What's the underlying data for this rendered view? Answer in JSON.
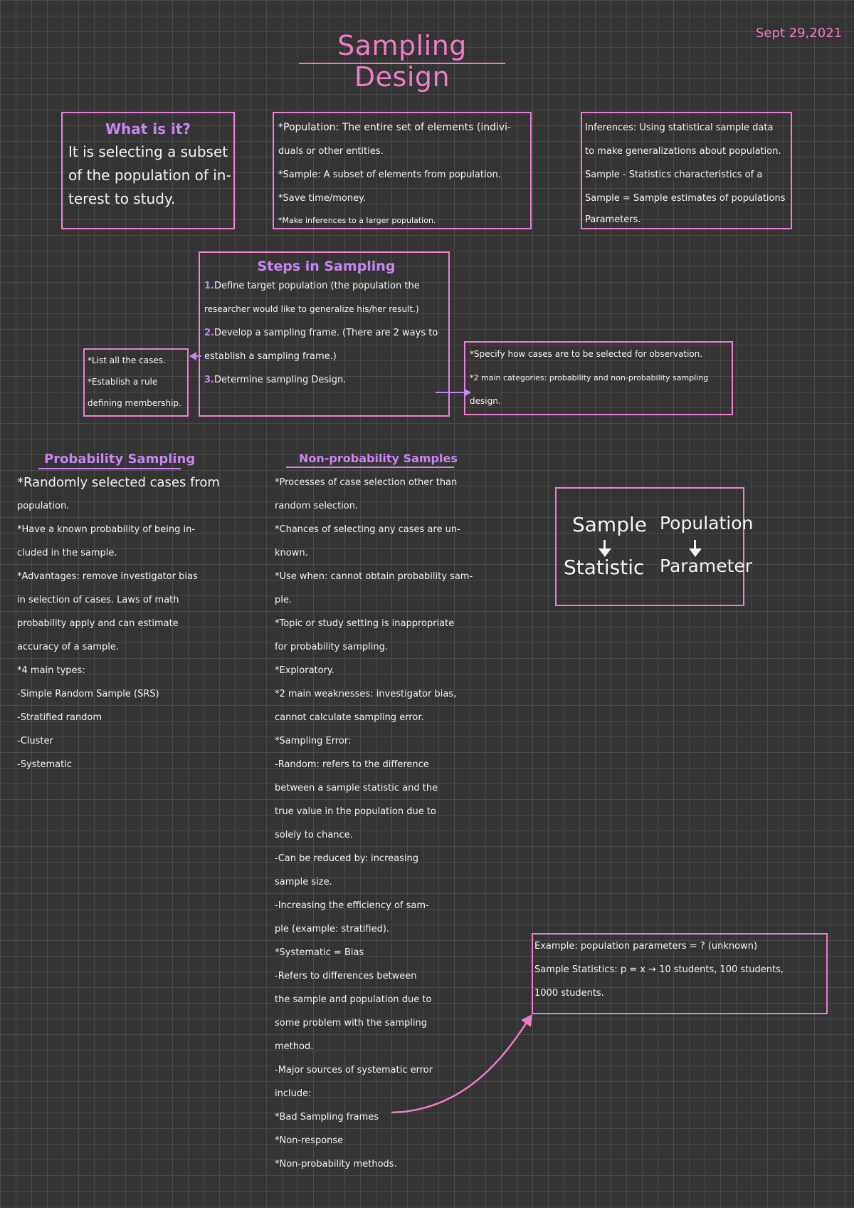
{
  "header": {
    "title": "Sampling Design",
    "date": "Sept 29,2021"
  },
  "what_box": {
    "heading": "What is it?",
    "lines": [
      "It is selecting a subset",
      "of the population of in-",
      "terest to study."
    ]
  },
  "population_box": {
    "lines": [
      "*Population: The entire set of elements (indivi-",
      "duals or other entities.",
      "*Sample: A subset of elements from population.",
      "*Save time/money.",
      "*Make inferences to a larger population."
    ]
  },
  "inferences_box": {
    "lines": [
      "Inferences: Using statistical sample data",
      "to make generalizations about population.",
      "Sample - Statistics characteristics of a",
      "Sample = Sample estimates of populations",
      "Parameters."
    ]
  },
  "steps_box": {
    "heading": "Steps in Sampling",
    "lines": [
      {
        "num": "1.",
        "text": "Define target population (the population the"
      },
      {
        "num": "",
        "text": "researcher would like to generalize his/her result.)"
      },
      {
        "num": "2.",
        "text": "Develop a sampling frame. (There are 2 ways to"
      },
      {
        "num": "",
        "text": "establish a sampling frame.)"
      },
      {
        "num": "3.",
        "text": "Determine sampling Design."
      }
    ]
  },
  "frame_box": {
    "lines": [
      "*List all the cases.",
      "*Establish a rule",
      "defining membership."
    ]
  },
  "design_box": {
    "lines": [
      "*Specify how cases are to be selected for observation.",
      "*2 main categories: probability and non-probability sampling",
      "design."
    ]
  },
  "probability": {
    "heading": "Probability Sampling",
    "lines": [
      "*Randomly selected cases from",
      "population.",
      "*Have a known probability of being in-",
      "cluded in the sample.",
      "*Advantages: remove investigator bias",
      "in selection of cases. Laws of math",
      "probability apply and can estimate",
      "accuracy of a sample.",
      "*4 main types:",
      "-Simple Random Sample (SRS)",
      "-Stratified random",
      "-Cluster",
      "-Systematic"
    ]
  },
  "nonprobability": {
    "heading": "Non-probability Samples",
    "lines": [
      "*Processes of case selection other than",
      "random selection.",
      "*Chances of selecting any cases are un-",
      "known.",
      "*Use when: cannot obtain probability sam-",
      "ple.",
      "*Topic or study setting is inappropriate",
      "for probability sampling.",
      "*Exploratory.",
      "*2 main weaknesses: investigator bias,",
      "cannot calculate sampling error.",
      "*Sampling Error:",
      "-Random: refers to the difference",
      "between a sample statistic and the",
      "true value in the population due to",
      "solely to chance.",
      "-Can be reduced by: increasing",
      "sample size.",
      "-Increasing the efficiency of sam-",
      "ple (example: stratified).",
      "*Systematic = Bias",
      "-Refers to differences between",
      "the sample and population due to",
      "some problem with the sampling",
      "method.",
      "-Major sources of systematic error",
      "include:",
      "*Bad Sampling frames",
      "*Non-response",
      "*Non-probability methods."
    ]
  },
  "sp_box": {
    "sample": "Sample",
    "population": "Population",
    "statistic": "Statistic",
    "parameter": "Parameter"
  },
  "example_box": {
    "lines": [
      "Example: population parameters = ? (unknown)",
      "Sample Statistics: p = x → 10 students, 100 students,",
      "1000 students."
    ]
  },
  "colors": {
    "background": "#343434",
    "grid": "#4a4a4a",
    "pink": "#f07cc8",
    "purple": "#c985f2",
    "text": "#f4f4f4"
  }
}
